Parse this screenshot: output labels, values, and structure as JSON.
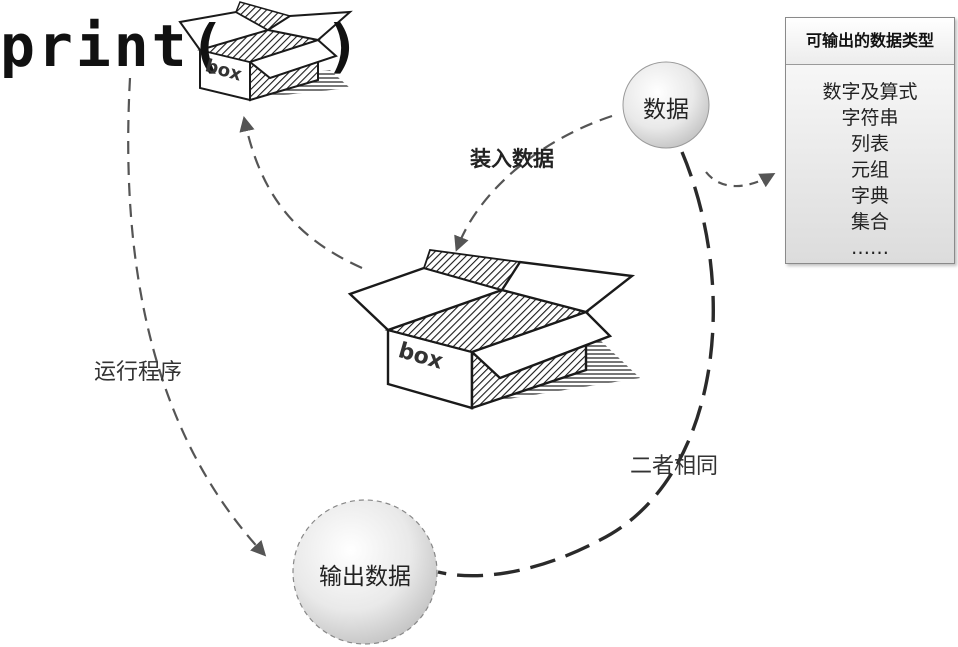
{
  "code": {
    "print_open": "print(",
    "print_close": ")"
  },
  "boxes": {
    "small_label": "box",
    "large_label": "box"
  },
  "nodes": {
    "data": "数据",
    "output": "输出数据"
  },
  "edges": {
    "load": "装入数据",
    "run": "运行程序",
    "same": "二者相同"
  },
  "types_panel": {
    "title": "可输出的数据类型",
    "items": [
      "数字及算式",
      "字符串",
      "列表",
      "元组",
      "字典",
      "集合",
      "……"
    ]
  },
  "colors": {
    "arrow": "#555555",
    "circle_fill": "#e6e6e6",
    "box_line": "#1a1a1a"
  }
}
